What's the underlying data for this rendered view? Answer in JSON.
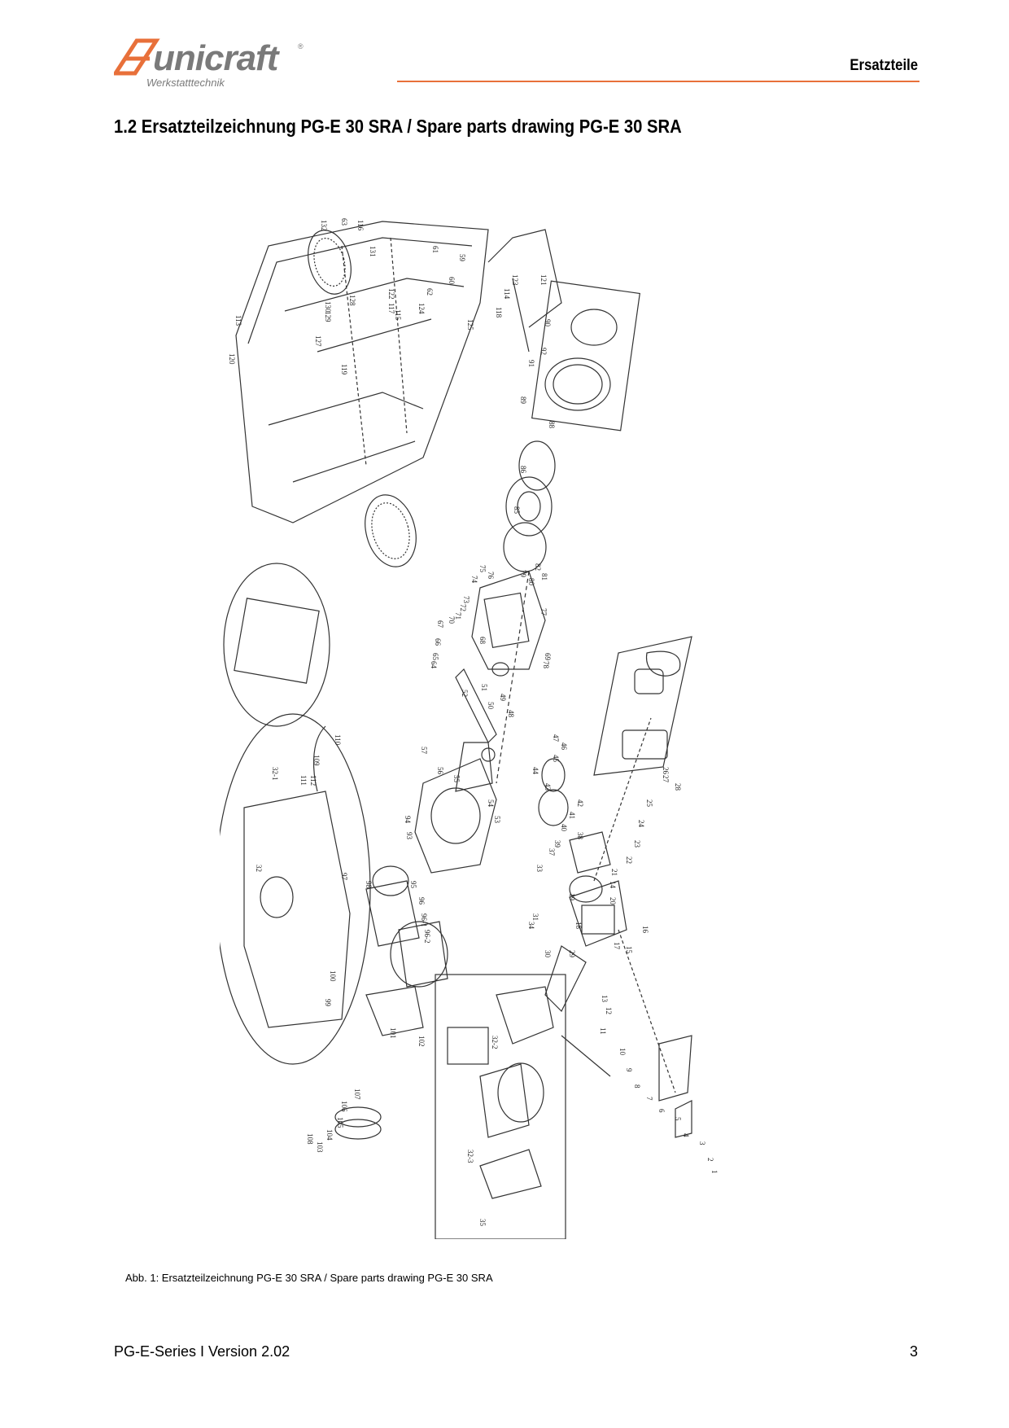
{
  "header": {
    "logo_text": "unicraft",
    "logo_subtitle": "Werkstatttechnik",
    "logo_registered": "®",
    "section": "Ersatzteile"
  },
  "title": "1.2   Ersatzteilzeichnung PG-E 30 SRA  /  Spare parts drawing PG-E 30 SRA",
  "figure": {
    "part_labels": [
      "132",
      "63",
      "116",
      "131",
      "61",
      "59",
      "62",
      "60",
      "127",
      "130",
      "128",
      "129",
      "117",
      "115",
      "122",
      "124",
      "125",
      "118",
      "119",
      "120",
      "113",
      "114",
      "123",
      "121",
      "90",
      "92",
      "91",
      "89",
      "88",
      "86",
      "85",
      "82",
      "81",
      "79",
      "80",
      "77",
      "76",
      "75",
      "74",
      "73",
      "72",
      "71",
      "70",
      "69",
      "68",
      "67",
      "66",
      "65",
      "64",
      "78",
      "51",
      "52",
      "50",
      "49",
      "48",
      "47",
      "46",
      "45",
      "44",
      "43",
      "42",
      "41",
      "40",
      "39",
      "38",
      "37",
      "33",
      "34",
      "31",
      "30",
      "29",
      "19",
      "18",
      "17",
      "16",
      "15",
      "14",
      "20",
      "21",
      "22",
      "23",
      "24",
      "25",
      "26",
      "27",
      "28",
      "13",
      "12",
      "11",
      "10",
      "9",
      "8",
      "7",
      "6",
      "5",
      "4",
      "3",
      "2",
      "1",
      "57",
      "56",
      "55",
      "54",
      "53",
      "94",
      "93",
      "95",
      "96",
      "96-1",
      "96-2",
      "97",
      "98",
      "99",
      "100",
      "101",
      "102",
      "103",
      "104",
      "105",
      "106",
      "107",
      "108",
      "109",
      "110",
      "111",
      "112",
      "32",
      "32-1",
      "32-2",
      "32-3",
      "35"
    ],
    "caption": "Abb. 1: Ersatzteilzeichnung PG-E 30 SRA / Spare parts drawing PG-E 30 SRA"
  },
  "footer": {
    "left": "PG-E-Series I Version 2.02",
    "page_number": "3"
  },
  "colors": {
    "accent": "#e8703a",
    "logo_gray": "#7a7a7a"
  }
}
